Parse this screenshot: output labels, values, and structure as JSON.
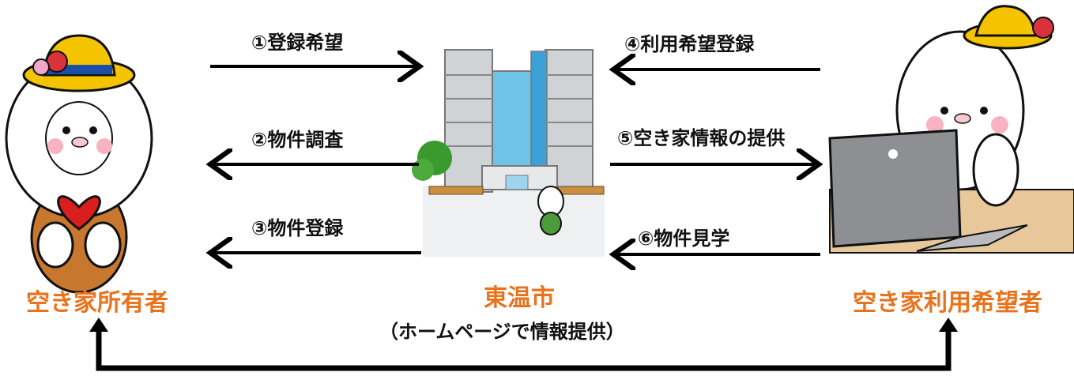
{
  "steps": [
    {
      "id": 1,
      "label": "①登録希望"
    },
    {
      "id": 2,
      "label": "②物件調査"
    },
    {
      "id": 3,
      "label": "③物件登録"
    },
    {
      "id": 4,
      "label": "④利用希望登録"
    },
    {
      "id": 5,
      "label": "⑤空き家情報の提供"
    },
    {
      "id": 6,
      "label": "⑥物件見学"
    }
  ],
  "roles": {
    "owner": "空き家所有者",
    "city": "東温市",
    "user": "空き家利用希望者"
  },
  "city_note": "（ホームページで情報提供）",
  "colors": {
    "role_text": "#e8731c",
    "arrow": "#000000",
    "building_glass": "#6fc3e8"
  }
}
